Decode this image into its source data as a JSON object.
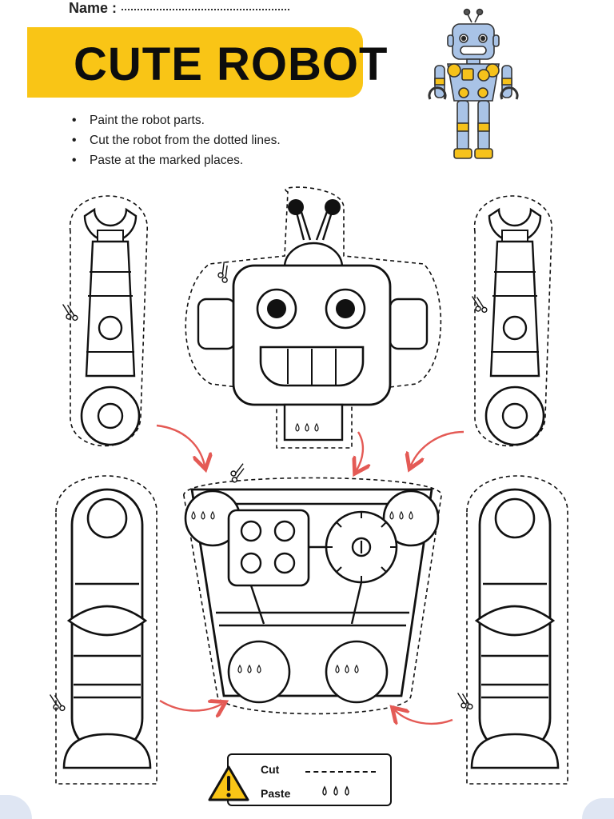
{
  "header": {
    "name_label": "Name :",
    "title": "CUTE ROBOT"
  },
  "instructions": [
    "Paint the robot parts.",
    "Cut the robot from the dotted lines.",
    "Paste at the marked places."
  ],
  "legend": {
    "cut_label": "Cut",
    "paste_label": "Paste"
  },
  "colors": {
    "banner": "#f9c516",
    "arrow": "#e45a55",
    "robot_blue": "#a9c3e6",
    "robot_yellow": "#f6c21b"
  },
  "icons": [
    "scissors-icon",
    "warning-icon",
    "glue-drops-icon",
    "arrow-icon"
  ]
}
